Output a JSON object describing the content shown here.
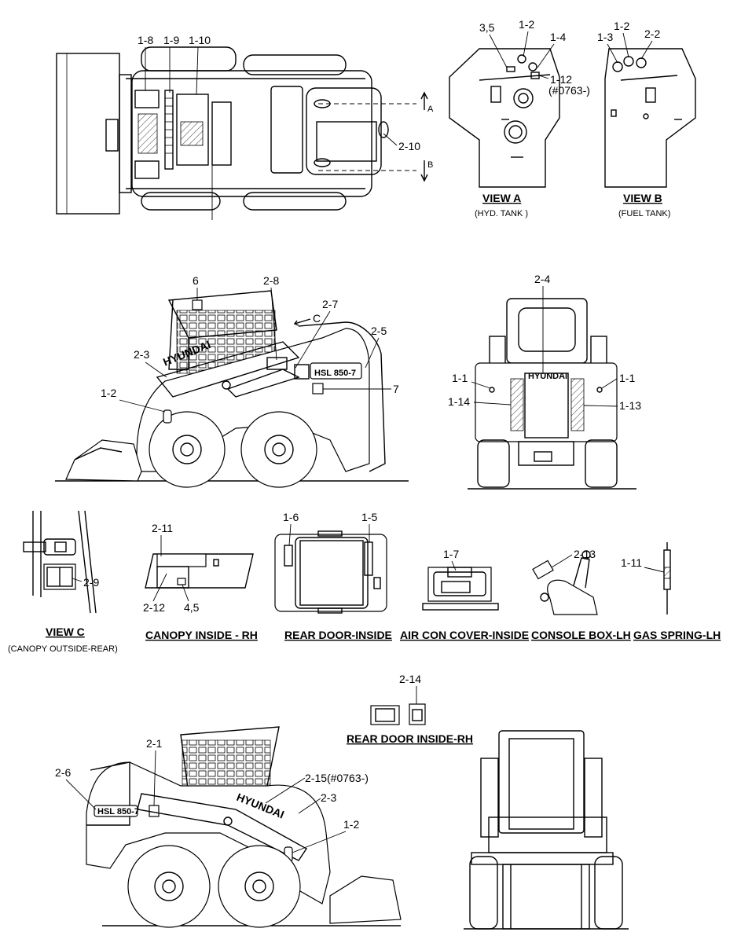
{
  "callouts": {
    "top": [
      "1-8",
      "1-9",
      "1-10",
      "2-10"
    ],
    "view_a": [
      "3,5",
      "1-2",
      "1-4",
      "1-12",
      "(#0763-)"
    ],
    "view_b": [
      "1-3",
      "1-2",
      "2-2"
    ],
    "section_markers": [
      "A",
      "B"
    ],
    "side_lh": [
      "6",
      "2-8",
      "2-7",
      "2-5",
      "2-3",
      "1-2",
      "7"
    ],
    "view_c_pointer": "C",
    "rear": [
      "2-4",
      "1-1",
      "1-1",
      "1-14",
      "1-13"
    ],
    "details": [
      "2-9",
      "2-11",
      "2-12",
      "4,5",
      "1-6",
      "1-5",
      "1-7",
      "2-13",
      "1-11",
      "2-14"
    ],
    "side_rh": [
      "2-1",
      "2-6",
      "2-15(#0763-)",
      "2-3",
      "1-2"
    ]
  },
  "decal_text": {
    "brand": "HYUNDAI",
    "model": "HSL 850-7"
  },
  "titles": {
    "view_a": "VIEW  A",
    "view_a_sub": "(HYD. TANK )",
    "view_b": "VIEW  B",
    "view_b_sub": "(FUEL TANK)",
    "view_c": "VIEW  C",
    "view_c_sub": "(CANOPY  OUTSIDE-REAR)",
    "canopy_inside_rh": "CANOPY INSIDE - RH",
    "rear_door_inside": "REAR DOOR-INSIDE",
    "air_con_cover_inside": "AIR CON COVER-INSIDE",
    "console_box_lh": "CONSOLE BOX-LH",
    "gas_spring_lh": "GAS SPRING-LH",
    "rear_door_inside_rh": "REAR DOOR INSIDE-RH"
  }
}
